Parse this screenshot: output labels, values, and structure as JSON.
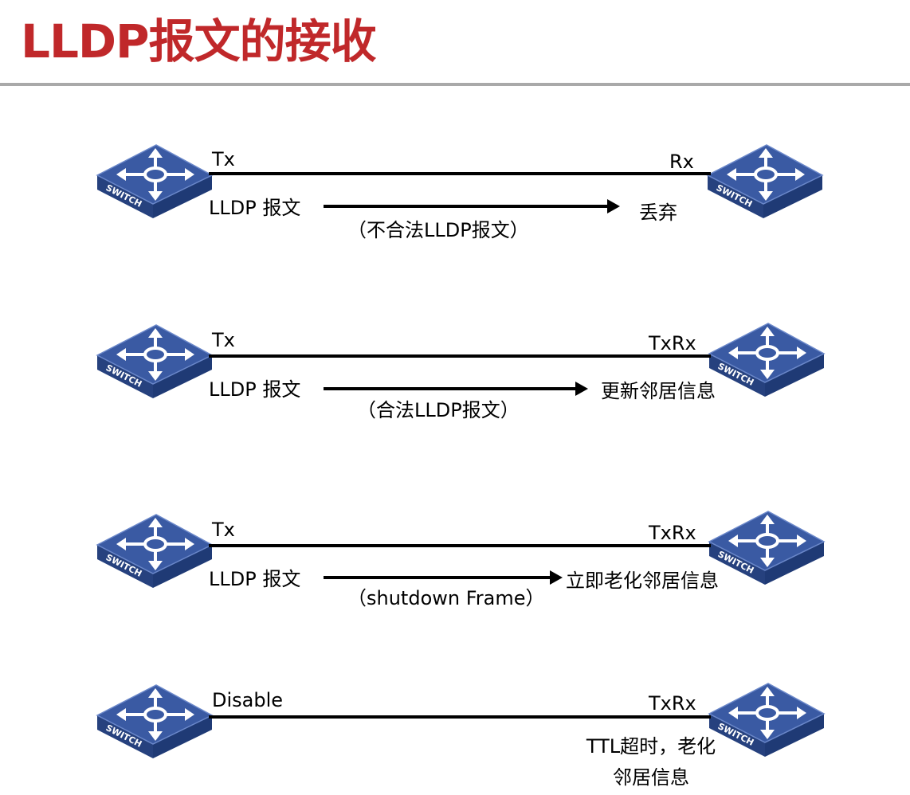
{
  "title": "LLDP报文的接收",
  "colors": {
    "title": "#c0282a",
    "rule": "#a9a9a9",
    "switch_top": "#3a5aa3",
    "switch_side": "#26417e",
    "switch_front": "#2d4c90",
    "arrow_glyph": "#ffffff"
  },
  "device_label": "SWITCH",
  "scenarios": [
    {
      "left_port": "Tx",
      "right_port": "Rx",
      "message": "LLDP 报文",
      "note": "（不合法LLDP报文）",
      "result": "丢弃"
    },
    {
      "left_port": "Tx",
      "right_port": "TxRx",
      "message": "LLDP 报文",
      "note": "（合法LLDP报文）",
      "result": "更新邻居信息"
    },
    {
      "left_port": "Tx",
      "right_port": "TxRx",
      "message": "LLDP 报文",
      "note": "（shutdown Frame）",
      "result": "立即老化邻居信息"
    },
    {
      "left_port": "Disable",
      "right_port": "TxRx",
      "result_line1": "TTL超时，老化",
      "result_line2": "邻居信息"
    }
  ]
}
